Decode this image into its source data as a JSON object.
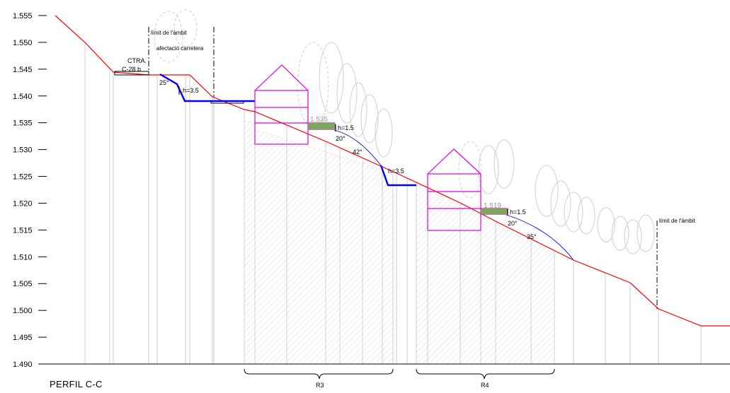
{
  "title": "PERFIL C-C",
  "colors": {
    "terrain": "#ff0000",
    "path": "#0000ff",
    "building": "#e000e0",
    "platform": "#77aa55",
    "reference": "#cfcfcf",
    "ink": "#000000"
  },
  "axis": {
    "ticks": [
      "1.555",
      "1.550",
      "1.545",
      "1.540",
      "1.535",
      "1.530",
      "1.525",
      "1.520",
      "1.515",
      "1.510",
      "1.505",
      "1.500",
      "1.495",
      "1.490"
    ]
  },
  "annotations": {
    "road_line1": "CTRA.",
    "road_line2": "C-28 b",
    "limit1_line1": "límit de l'àmbit",
    "limit1_line2": "afectació carretera",
    "limit2": "límit de l'àmbit",
    "slope_25": "25°",
    "h35_a": "h=3.5",
    "h35_b": "h=3.5",
    "h15_a": "h=1.5",
    "h15_b": "h=1.5",
    "level_1535": "1.535",
    "level_1519": "1.519",
    "angle_20_a": "20°",
    "angle_20_b": "20°",
    "angle_42": "42°",
    "angle_35": "35°"
  },
  "zones": {
    "r3": "R3",
    "r4": "R4"
  }
}
